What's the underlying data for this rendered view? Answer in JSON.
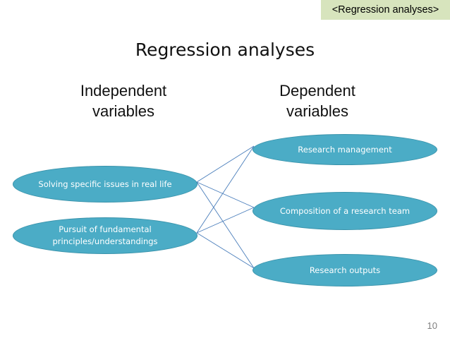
{
  "tag": "<Regression analyses>",
  "title": "Regression analyses",
  "independent_heading": [
    "Independent",
    "variables"
  ],
  "dependent_heading": [
    "Dependent",
    "variables"
  ],
  "independent_nodes": [
    "Solving specific issues in real life",
    "Pursuit of fundamental principles/understandings"
  ],
  "dependent_nodes": [
    "Research management",
    "Composition of a research team",
    "Research outputs"
  ],
  "page_number": "10",
  "colors": {
    "node_fill": "#4bacc6",
    "node_border": "#3a93ab",
    "link": "#4a7ebb",
    "tag_bg": "#d7e4bd"
  }
}
